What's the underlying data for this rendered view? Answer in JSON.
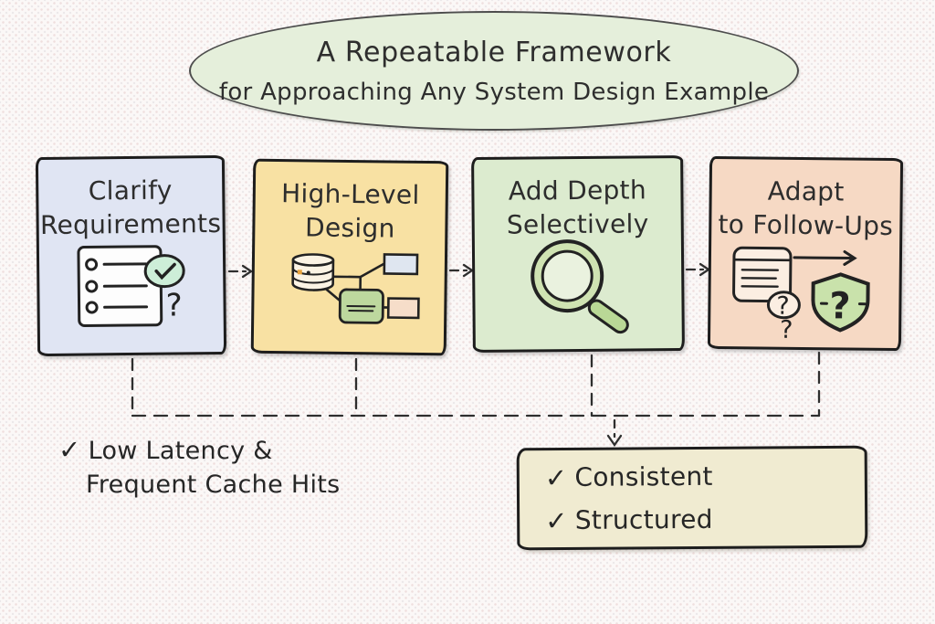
{
  "title": {
    "line1": "A Repeatable Framework",
    "line2": "for Approaching Any System Design Example"
  },
  "steps": [
    {
      "title_line1": "Clarify",
      "title_line2": "Requirements",
      "icon": "checklist-check-icon",
      "fill": "#e0e5f3"
    },
    {
      "title_line1": "High-Level",
      "title_line2": "Design",
      "icon": "database-architecture-icon",
      "fill": "#f8e1a3"
    },
    {
      "title_line1": "Add Depth",
      "title_line2": "Selectively",
      "icon": "magnifier-icon",
      "fill": "#dcebcf"
    },
    {
      "title_line1": "Adapt",
      "title_line2": "to Follow-Ups",
      "icon": "note-arrow-question-shield-icon",
      "fill": "#f6d9c4"
    }
  ],
  "left_note": {
    "check": "✓",
    "line1": "Low Latency &",
    "line2": "Frequent Cache Hits"
  },
  "bottom_box": {
    "items": [
      {
        "check": "✓",
        "label": "Consistent"
      },
      {
        "check": "✓",
        "label": "Structured"
      }
    ]
  },
  "colors": {
    "ink": "#262626",
    "background": "#fbf8f7",
    "ellipse_fill": "#e5efdb",
    "card_clarify_fill": "#e0e5f3",
    "card_design_fill": "#f8e1a3",
    "card_depth_fill": "#dcebcf",
    "card_adapt_fill": "#f6d9c4",
    "note_box_fill": "#f0ebd1",
    "check_badge_green": "#cdeed8",
    "shield_green": "#c9e2ab"
  }
}
